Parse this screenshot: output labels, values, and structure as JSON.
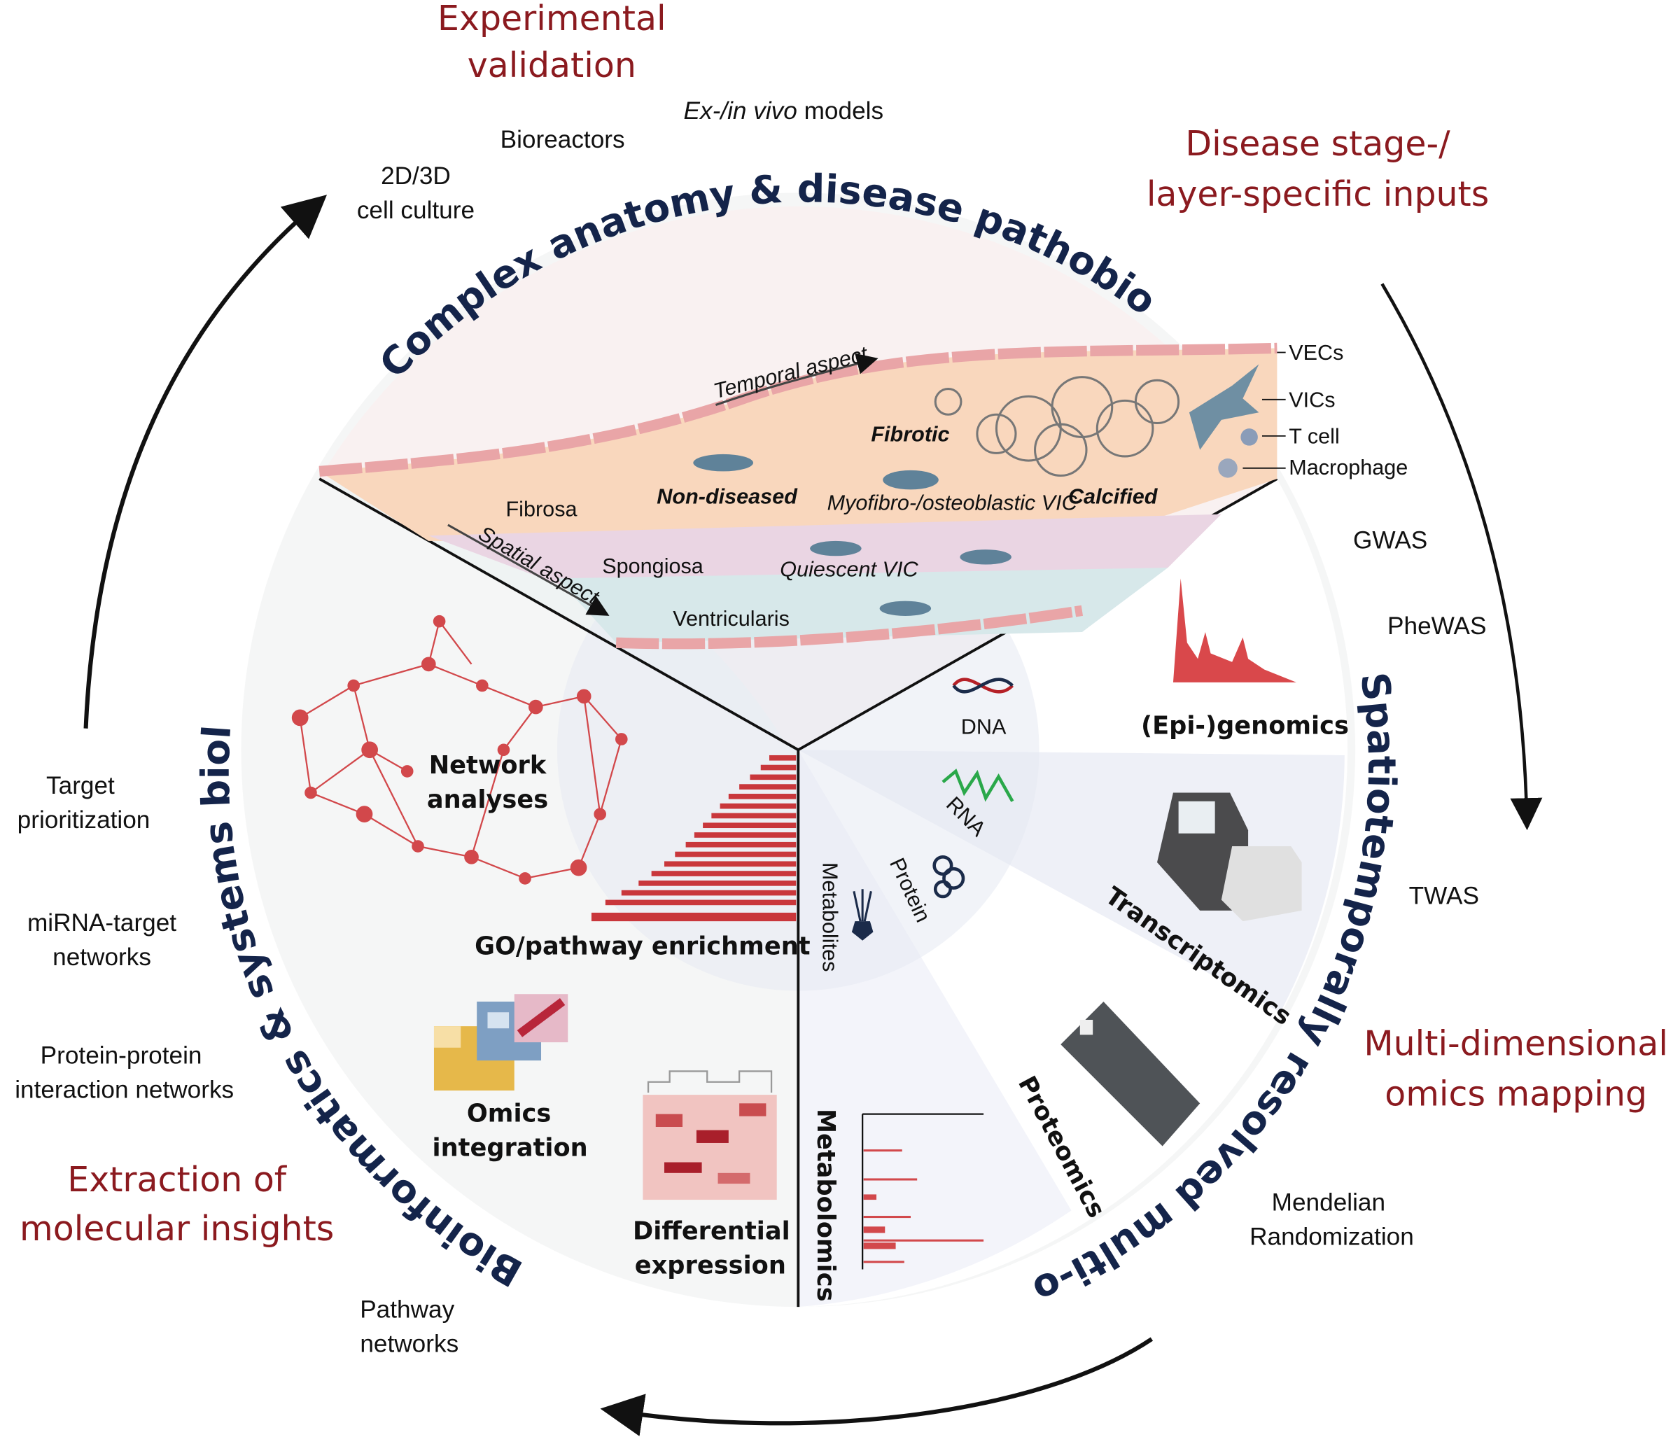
{
  "headings": {
    "experimental_validation": [
      "Experimental",
      "validation"
    ],
    "disease_stage_inputs": [
      "Disease stage-/",
      "layer-specific inputs"
    ],
    "multi_dimensional_omics": [
      "Multi-dimensional",
      "omics mapping"
    ],
    "extraction_insights": [
      "Extraction of",
      "molecular insights"
    ]
  },
  "ring_labels": {
    "top": "Complex anatomy & disease pathobiology",
    "right": "Spatiotemporally resolved multi-omics",
    "left": "Bioinformatics & systems biology"
  },
  "outer_items": {
    "experimental": {
      "ex_in_vivo_italic": "Ex-/in vivo",
      "ex_in_vivo_rest": " models",
      "bioreactors": "Bioreactors",
      "cell_culture": [
        "2D/3D",
        "cell culture"
      ]
    },
    "genetics": {
      "gwas": "GWAS",
      "phewas": "PheWAS",
      "twas": "TWAS",
      "mendelian": [
        "Mendelian",
        "Randomization"
      ]
    },
    "networks": {
      "target": [
        "Target",
        "prioritization"
      ],
      "mirna": [
        "miRNA-target",
        "networks"
      ],
      "ppi": [
        "Protein-protein",
        "interaction networks"
      ],
      "pathway": [
        "Pathway",
        "networks"
      ]
    }
  },
  "valve": {
    "temporal_aspect": "Temporal aspect",
    "spatial_aspect": "Spatial aspect",
    "layers": {
      "fibrosa": "Fibrosa",
      "spongiosa": "Spongiosa",
      "ventricularis": "Ventricularis"
    },
    "stages": {
      "non_diseased": "Non-diseased",
      "fibrotic": "Fibrotic",
      "calcified": "Calcified"
    },
    "cells": {
      "myofibro": "Myofibro-/osteoblastic VIC",
      "quiescent": "Quiescent VIC"
    },
    "legend": [
      "VECs",
      "VICs",
      "T cell",
      "Macrophage"
    ]
  },
  "omics": {
    "molecules": [
      "DNA",
      "RNA",
      "Protein",
      "Metabolites"
    ],
    "epigenomics": "(Epi-)genomics",
    "transcriptomics": "Transcriptomics",
    "proteomics": "Proteomics",
    "metabolomics": "Metabolomics"
  },
  "bioinformatics": {
    "network": [
      "Network",
      "analyses"
    ],
    "go": "GO/pathway enrichment",
    "omics_integration": [
      "Omics",
      "integration"
    ],
    "differential": [
      "Differential",
      "expression"
    ]
  },
  "colors": {
    "heading": "#8b1a1f",
    "ring_text": "#14244a",
    "network_red": "#d2484b",
    "fibrosa": "#f9d7bd",
    "spongiosa": "#ead5e3",
    "ventricularis": "#d7e8ea"
  }
}
